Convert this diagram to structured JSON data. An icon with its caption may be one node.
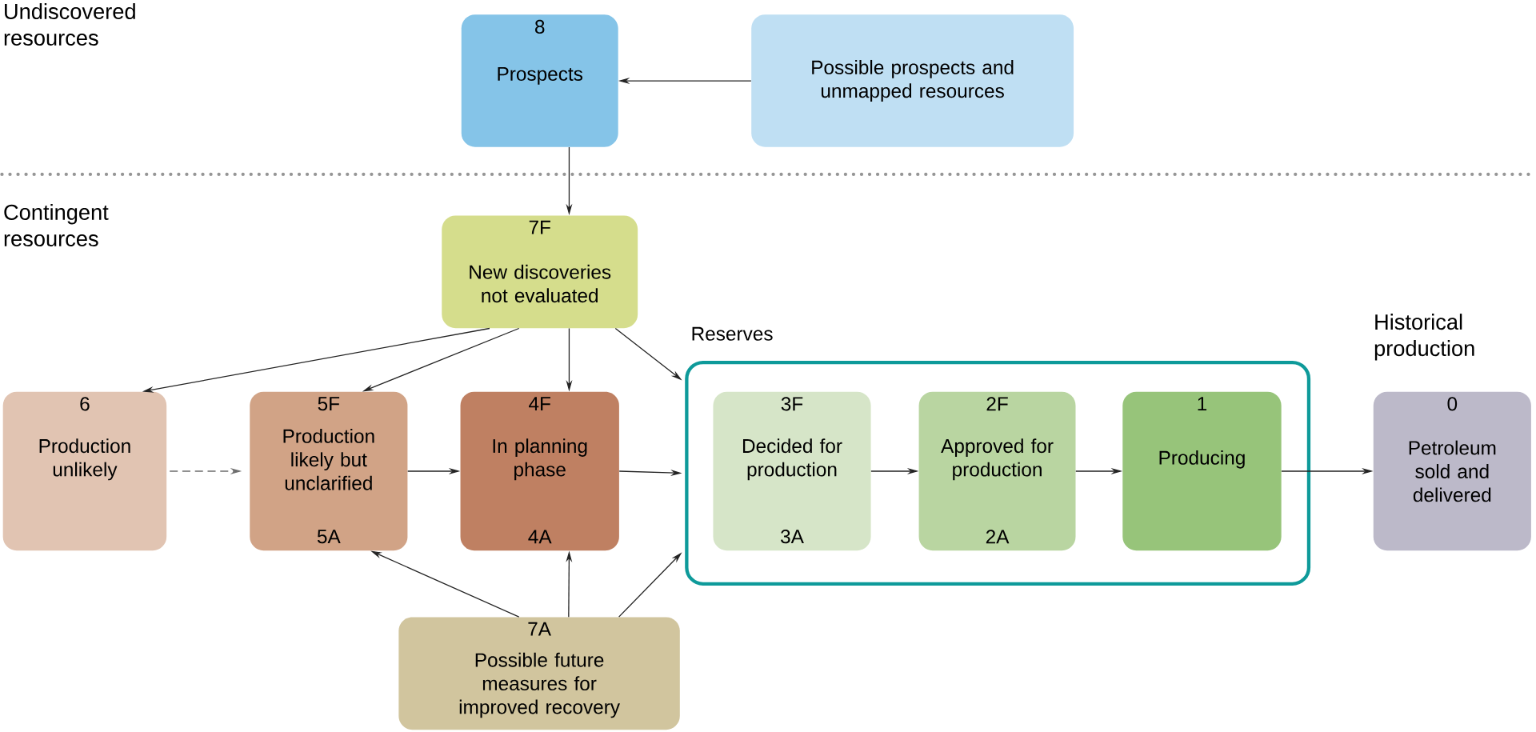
{
  "diagram": {
    "nodes": [
      {
        "text": [
          "8",
          "Prospects"
        ]
      },
      {
        "text": [
          "Possible prospects and unmapped resources"
        ]
      },
      {
        "text": [
          "7F",
          "New discoveries not evaluated"
        ]
      },
      {
        "text": [
          "6",
          "Production unlikely"
        ]
      },
      {
        "text": [
          "5F",
          "Production likely but unclarified",
          "5A"
        ]
      },
      {
        "text": [
          "4F",
          "In planning phase",
          "4A"
        ]
      },
      {
        "text": [
          "Reserves"
        ]
      },
      {
        "text": [
          "3F",
          "Decided for production",
          "3A"
        ],
        "in": 6
      },
      {
        "text": [
          "2F",
          "Approved for production",
          "2A"
        ],
        "in": 6
      },
      {
        "text": [
          "1",
          "Producing"
        ],
        "in": 6
      },
      {
        "text": [
          "0",
          "Petroleum sold and delivered"
        ]
      },
      {
        "text": [
          "7A",
          "Possible future measures for improved recovery"
        ]
      }
    ],
    "edges": [
      {
        "from": 1,
        "to": 0,
        "arrow": "to"
      },
      {
        "from": 0,
        "to": 2,
        "arrow": "to"
      },
      {
        "from": 2,
        "to": 3,
        "arrow": "to"
      },
      {
        "from": 2,
        "to": 4,
        "arrow": "to"
      },
      {
        "from": 2,
        "to": 5,
        "arrow": "to"
      },
      {
        "from": 2,
        "to": 6,
        "arrow": "to"
      },
      {
        "from": 3,
        "to": 4,
        "arrow": "to",
        "style": "dashed"
      },
      {
        "from": 4,
        "to": 5,
        "arrow": "to"
      },
      {
        "from": 5,
        "to": 6,
        "arrow": "to"
      },
      {
        "from": 7,
        "to": 8,
        "arrow": "to"
      },
      {
        "from": 8,
        "to": 9,
        "arrow": "to"
      },
      {
        "from": 9,
        "to": 10,
        "arrow": "to"
      },
      {
        "from": 11,
        "to": 4,
        "arrow": "to"
      },
      {
        "from": 11,
        "to": 5,
        "arrow": "to"
      },
      {
        "from": 11,
        "to": 6,
        "arrow": "to"
      }
    ],
    "labels": [
      "Undiscovered resources",
      "Contingent resources",
      "Historical production"
    ]
  }
}
